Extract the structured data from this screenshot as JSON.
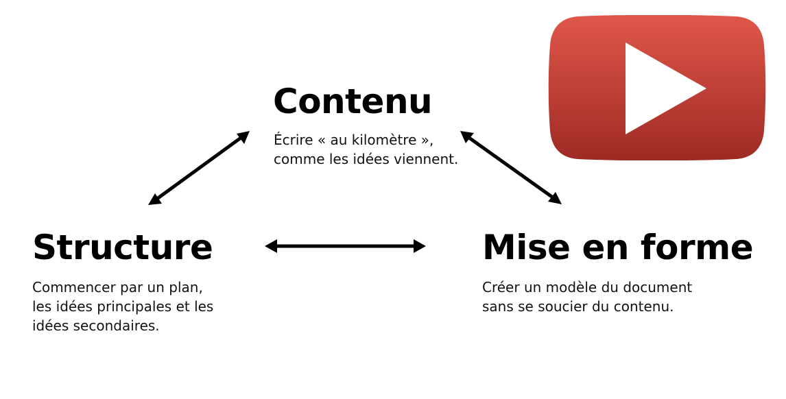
{
  "diagram": {
    "nodes": {
      "contenu": {
        "title": "Contenu",
        "description_lines": [
          "Écrire « au kilomètre »,",
          "comme les idées viennent."
        ]
      },
      "structure": {
        "title": "Structure",
        "description_lines": [
          "Commencer par un plan,",
          "les idées principales et les",
          "idées secondaires."
        ]
      },
      "mise_en_forme": {
        "title": "Mise en forme",
        "description_lines": [
          "Créer un modèle du document",
          "sans se soucier du contenu."
        ]
      }
    },
    "connections": [
      {
        "from": "structure",
        "to": "contenu",
        "type": "bidirectional"
      },
      {
        "from": "contenu",
        "to": "mise_en_forme",
        "type": "bidirectional"
      },
      {
        "from": "structure",
        "to": "mise_en_forme",
        "type": "bidirectional"
      }
    ],
    "colors": {
      "text": "#000000",
      "arrow": "#000000",
      "play_button_top": "#e0574a",
      "play_button_bottom": "#9e2a24",
      "play_icon": "#ffffff"
    }
  },
  "video_overlay": {
    "icon": "play-icon",
    "kind": "video-play-button"
  }
}
